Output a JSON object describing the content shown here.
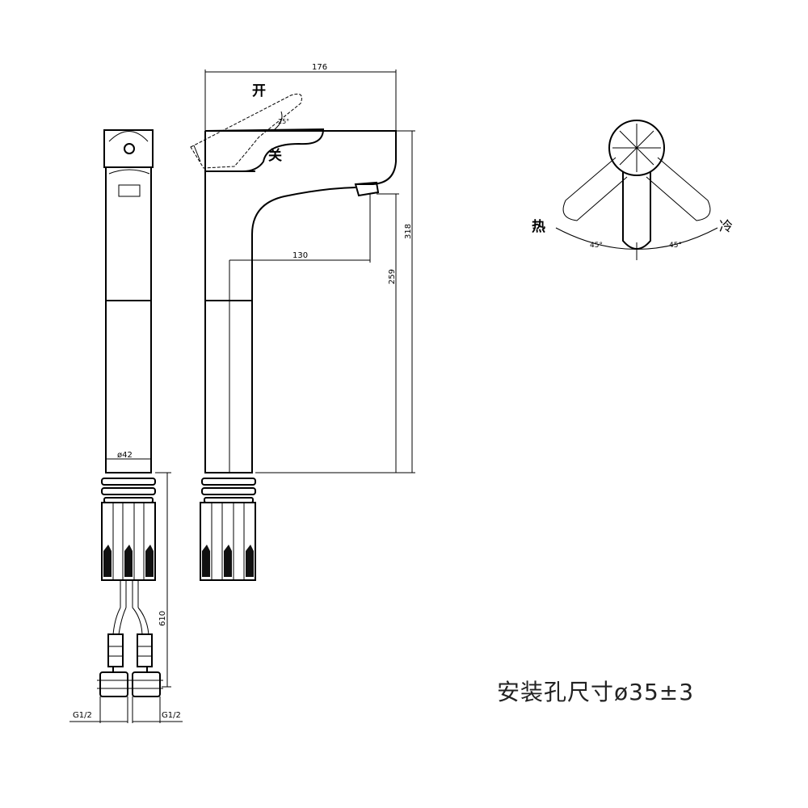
{
  "dimensions": {
    "top_width": "176",
    "total_height": "318",
    "spout_height": "259",
    "spout_reach": "130",
    "body_diameter": "ø42",
    "hose_length": "610",
    "thread_left": "G1/2",
    "thread_right": "G1/2",
    "handle_angle": "25°",
    "mix_angle_left": "45°",
    "mix_angle_right": "45°"
  },
  "labels": {
    "open": "开",
    "close": "关",
    "hot": "热",
    "cold": "冷"
  },
  "caption": "安装孔尺寸ø35±3"
}
